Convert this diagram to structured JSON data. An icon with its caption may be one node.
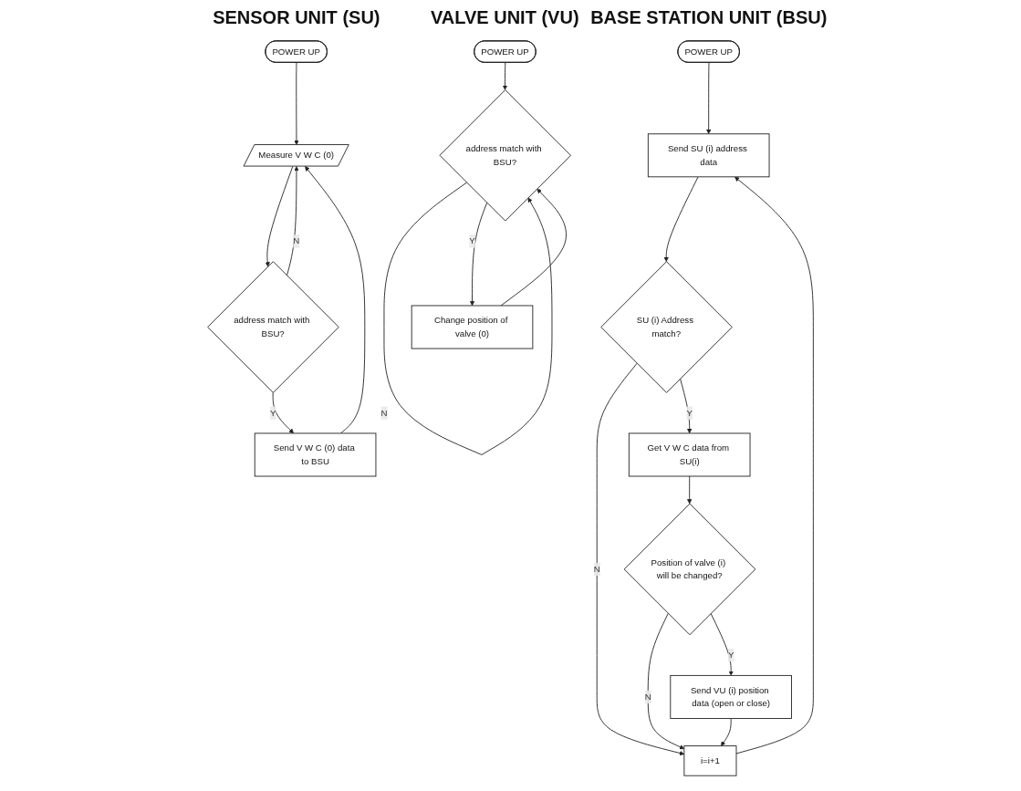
{
  "diagram": {
    "nodes": [
      {
        "text": [
          "POWER UP"
        ]
      },
      {
        "text": [
          "i=i+1"
        ]
      },
      {
        "text": [
          "Send SU (i) address data"
        ]
      },
      {
        "text": [
          "SU (i) Address match?"
        ]
      },
      {
        "text": [
          "Get V W C data from SU(i)"
        ]
      },
      {
        "text": [
          "Position of valve (i) will be changed?"
        ]
      },
      {
        "text": [
          "Send VU (i) position data (open or close)"
        ]
      },
      {
        "text": [
          "POWER UP"
        ]
      },
      {
        "text": [
          "Measure V W C (0)"
        ]
      },
      {
        "text": [
          "address match with BSU?"
        ]
      },
      {
        "text": [
          "Send V W C (0) data to BSU"
        ]
      },
      {
        "text": [
          "POWER UP"
        ]
      },
      {
        "text": [
          "address match with BSU?"
        ]
      },
      {
        "text": [
          "Change position of valve (0)"
        ]
      }
    ],
    "edges": [
      {
        "from": 0,
        "to": 2,
        "arrow": "to"
      },
      {
        "from": 1,
        "to": 2,
        "arrow": "to"
      },
      {
        "from": 2,
        "to": 3,
        "arrow": "to"
      },
      {
        "from": 3,
        "to": 1,
        "arrow": "to",
        "label": "N"
      },
      {
        "from": 3,
        "to": 4,
        "arrow": "to",
        "label": "Y"
      },
      {
        "from": 4,
        "to": 5,
        "arrow": "to"
      },
      {
        "from": 5,
        "to": 1,
        "arrow": "to",
        "label": "N"
      },
      {
        "from": 5,
        "to": 6,
        "arrow": "to",
        "label": "Y"
      },
      {
        "from": 6,
        "to": 1,
        "arrow": "to"
      },
      {
        "from": 7,
        "to": 8,
        "arrow": "to"
      },
      {
        "from": 8,
        "to": 9,
        "arrow": "to"
      },
      {
        "from": 9,
        "to": 8,
        "arrow": "to",
        "label": "N"
      },
      {
        "from": 9,
        "to": 10,
        "arrow": "to",
        "label": "Y"
      },
      {
        "from": 10,
        "to": 8,
        "arrow": "to"
      },
      {
        "from": 11,
        "to": 12,
        "arrow": "to"
      },
      {
        "from": 12,
        "to": 12,
        "arrow": "to",
        "label": "N"
      },
      {
        "from": 12,
        "to": 13,
        "arrow": "to",
        "label": "Y"
      },
      {
        "from": 13,
        "to": 12,
        "arrow": "to"
      }
    ],
    "labels": [
      "BASE STATION UNIT (BSU)",
      "SENSOR UNIT (SU)",
      "VALVE UNIT (VU)"
    ]
  }
}
